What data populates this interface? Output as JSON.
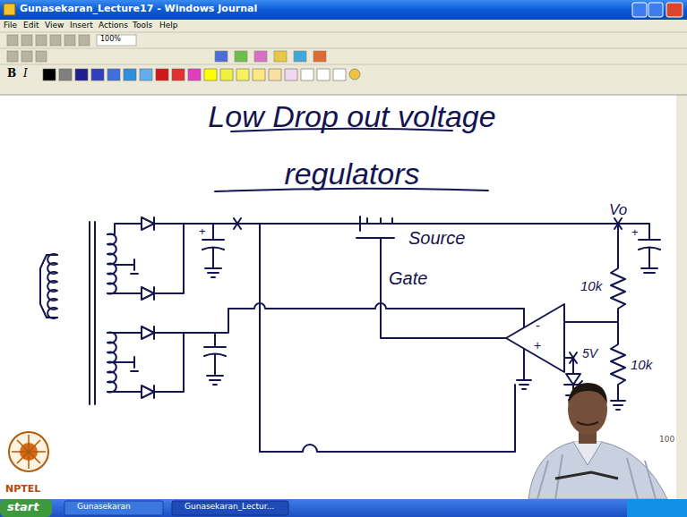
{
  "diagram": {
    "title": "Low Drop out voltage regulators",
    "labels": [
      "Gunasekaran_Lecture17 - Windows Journal",
      "File",
      "Edit",
      "View",
      "Insert",
      "Actions",
      "Tools",
      "Help",
      "100%",
      "B",
      "I",
      "+",
      "Source",
      "Gate",
      "Vo",
      "+",
      "10k",
      "10k",
      "-",
      "+",
      "5V",
      "100",
      "NPTEL",
      "start",
      "Gunasekaran",
      "Gunasekaran_Lectur..."
    ]
  }
}
